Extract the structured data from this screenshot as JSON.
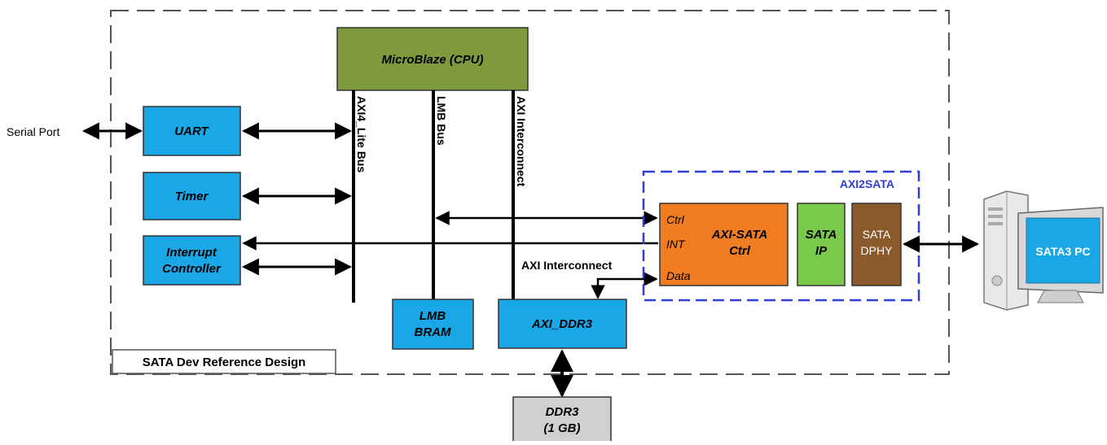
{
  "design_label": "SATA Dev Reference Design",
  "serial_port_label": "Serial Port",
  "cpu": {
    "label": "MicroBlaze (CPU)"
  },
  "buses": {
    "axi4_lite": "AXI4_Lite Bus",
    "lmb": "LMB Bus",
    "axi_interconnect": "AXI Interconnect"
  },
  "axi_interconnect_label": "AXI Interconnect",
  "peripherals": {
    "uart": "UART",
    "timer": "Timer",
    "interrupt_line1": "Interrupt",
    "interrupt_line2": "Controller"
  },
  "lmb_bram": {
    "line1": "LMB",
    "line2": "BRAM"
  },
  "axi_ddr3": "AXI_DDR3",
  "ddr3": {
    "line1": "DDR3",
    "line2": "(1 GB)"
  },
  "axi2sata": {
    "title": "AXI2SATA",
    "ctrl_line1": "AXI-SATA",
    "ctrl_line2": "Ctrl",
    "port_ctrl": "Ctrl",
    "port_int": "INT",
    "port_data": "Data",
    "sata_ip_line1": "SATA",
    "sata_ip_line2": "IP",
    "dphy_line1": "SATA",
    "dphy_line2": "DPHY"
  },
  "pc_label": "SATA3 PC",
  "colors": {
    "cpu": "#7f9a3c",
    "peripheral": "#1aa7e8",
    "axi_sata_ctrl": "#f07d22",
    "sata_ip": "#79c94a",
    "dphy": "#8b5a2b",
    "ddr3": "#d0d0d0",
    "axi2sata_border": "#2d3fd6",
    "pc_screen": "#1aa7e8"
  }
}
